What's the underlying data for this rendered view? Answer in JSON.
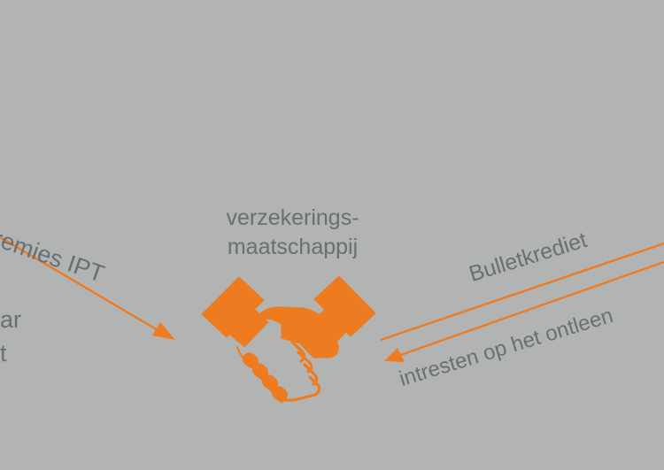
{
  "colors": {
    "background": "#b2b4b3",
    "accent": "#ee7b1f",
    "text": "#6a6f72"
  },
  "company": {
    "line1": "verzekerings-",
    "line2": "maatschappij",
    "icon": "handshake-icon"
  },
  "arrows": {
    "premies_label": "t premies IPT",
    "bullet_label": "Bulletkrediet",
    "interest_label": "intresten op het ontleen"
  },
  "left_fragments": {
    "line1": "ar",
    "line2": "t"
  }
}
